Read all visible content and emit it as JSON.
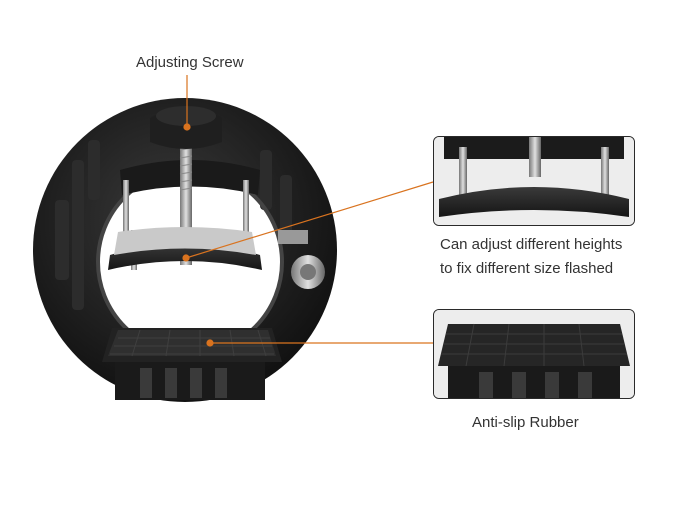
{
  "labels": {
    "adjusting_screw": "Adjusting Screw",
    "heights_line1": "Can adjust different heights",
    "heights_line2": "to fix different size flashed",
    "anti_slip": "Anti-slip Rubber"
  },
  "colors": {
    "leader_line": "#d9731f",
    "body": "#1f1f1f",
    "metal": "#b8b8b8",
    "text": "#333333"
  }
}
